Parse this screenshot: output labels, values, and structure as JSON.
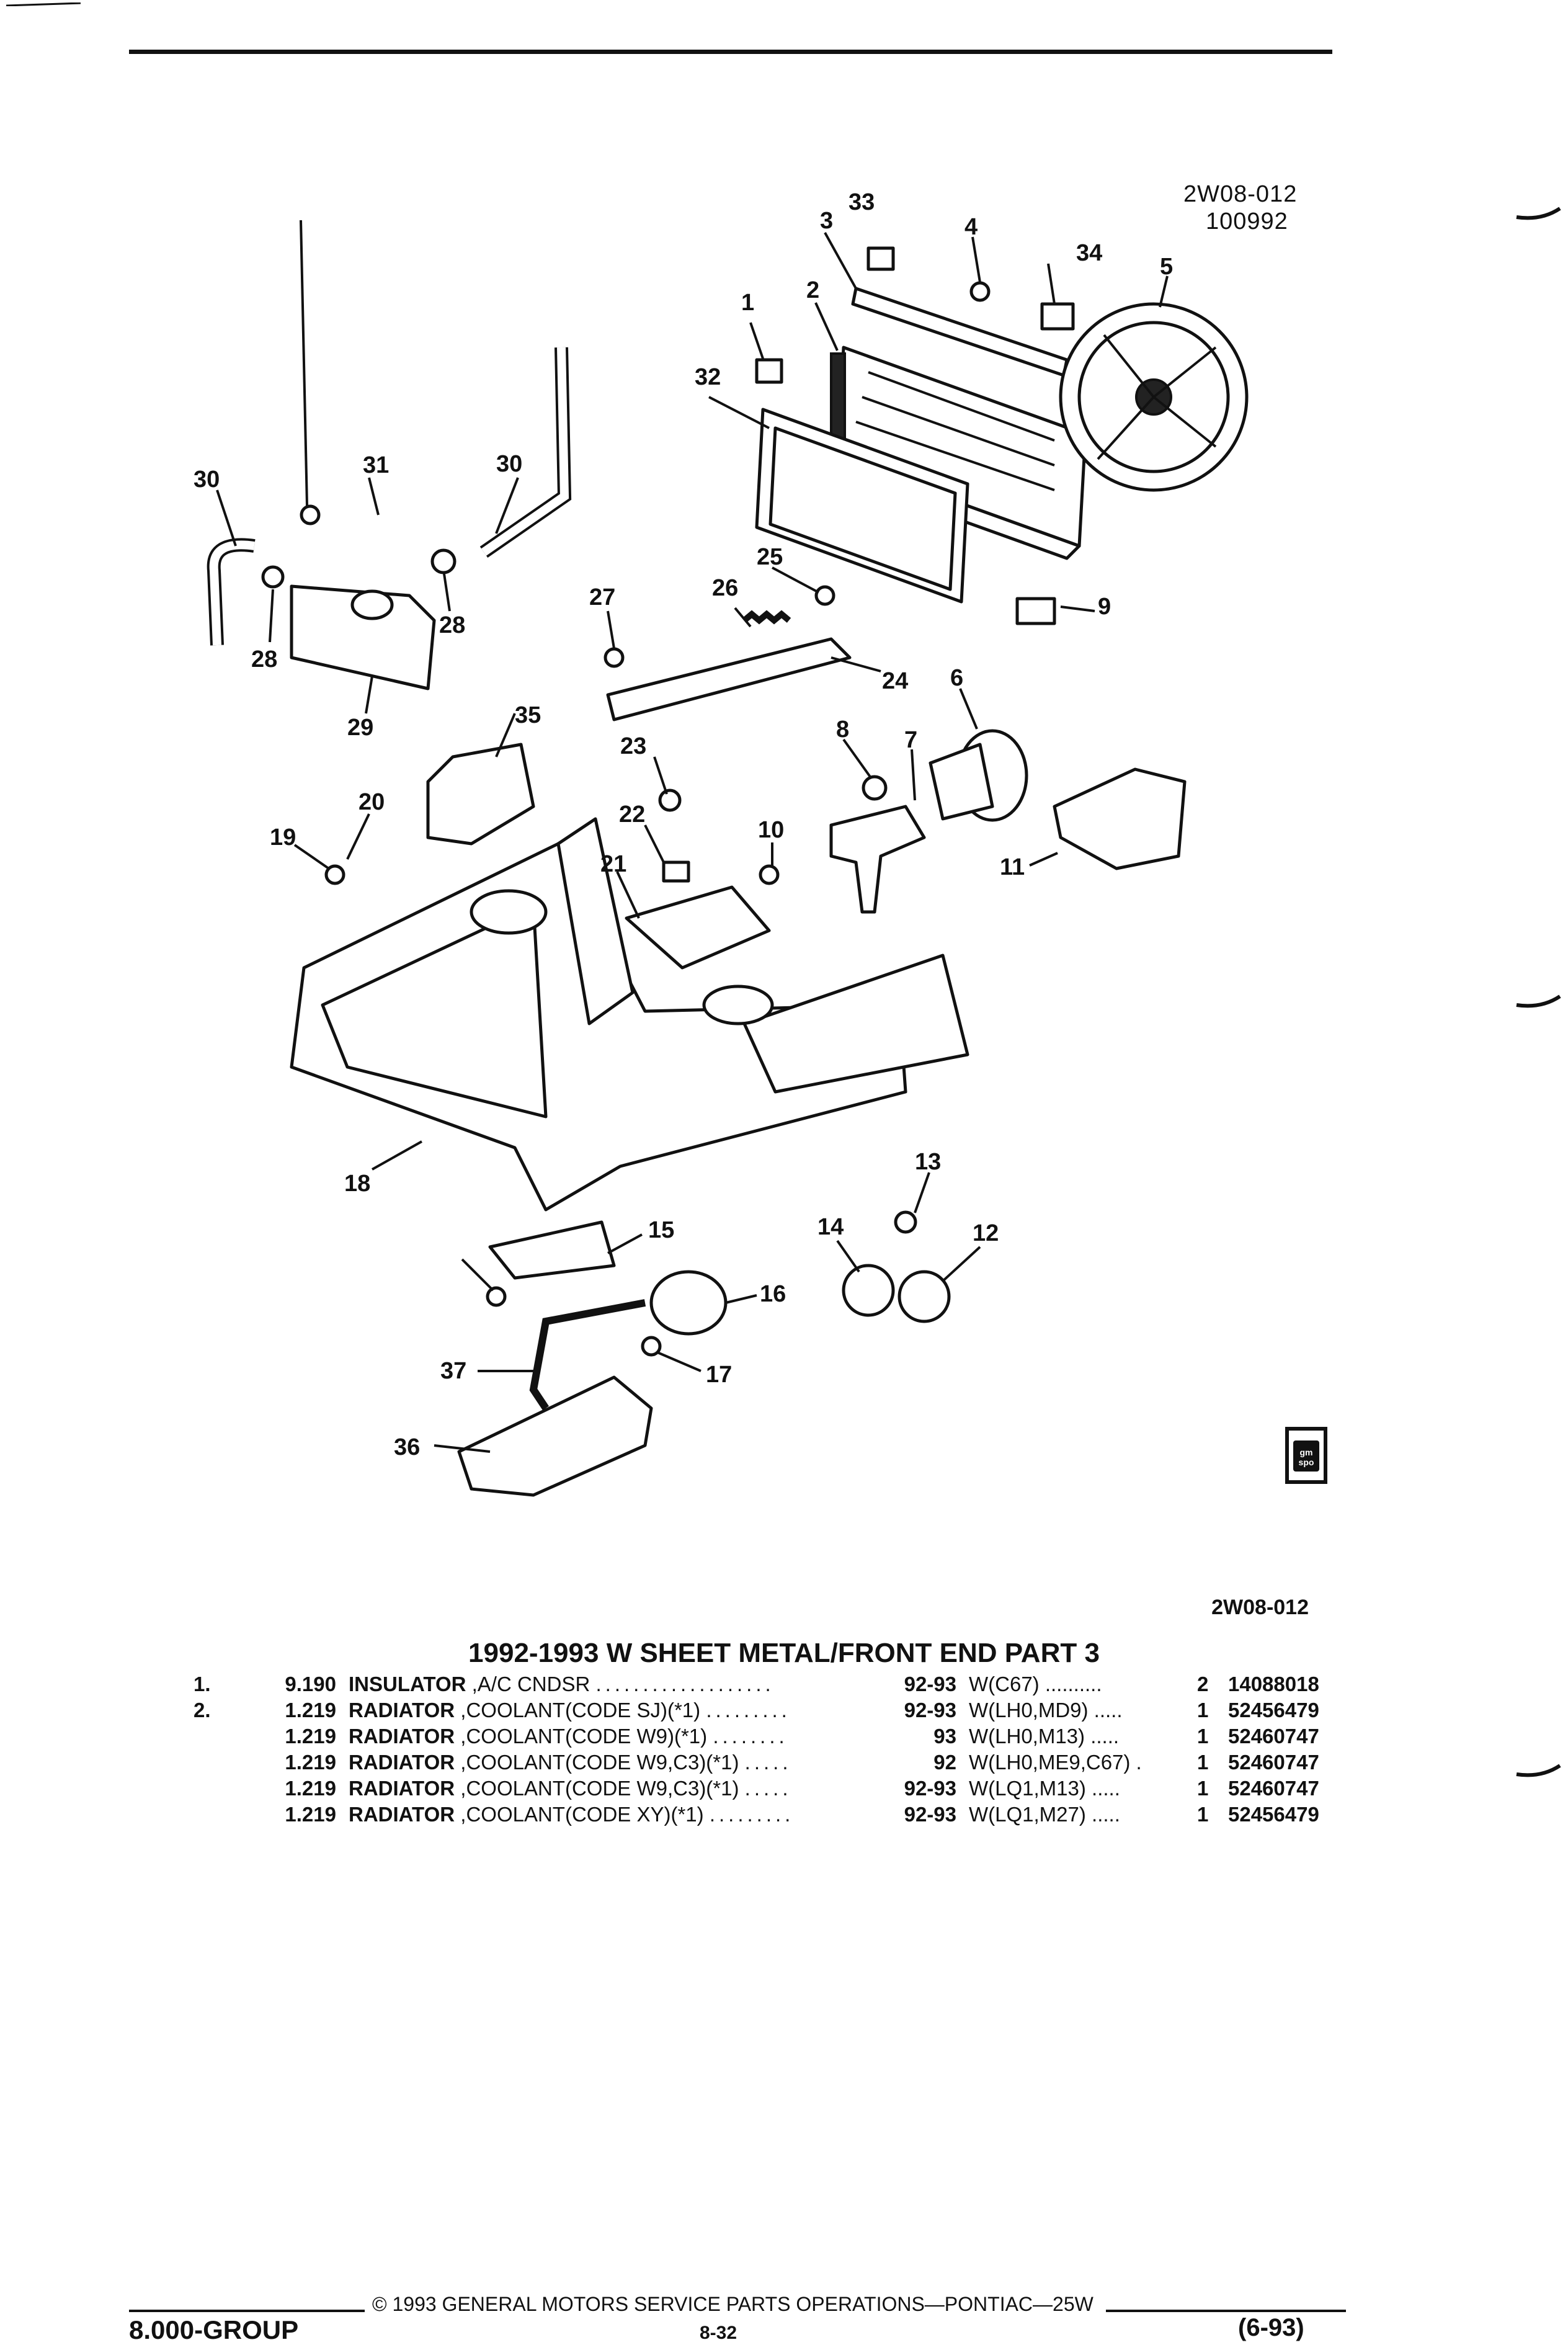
{
  "header": {
    "figure_code": "2W08-012",
    "figure_date": "100992"
  },
  "callouts": [
    "1",
    "2",
    "3",
    "4",
    "5",
    "6",
    "7",
    "8",
    "9",
    "10",
    "11",
    "12",
    "13",
    "14",
    "15",
    "16",
    "17",
    "18",
    "19",
    "20",
    "21",
    "22",
    "23",
    "24",
    "25",
    "26",
    "27",
    "28",
    "29",
    "30",
    "31",
    "32",
    "33",
    "34",
    "35",
    "36",
    "37"
  ],
  "stamp": {
    "line1": "gm",
    "line2": "spo"
  },
  "figure_code_bottom": "2W08-012",
  "table": {
    "title": "1992-1993 W SHEET METAL/FRONT END PART 3",
    "rows": [
      {
        "num": "1.",
        "code": "9.190",
        "name": "INSULATOR",
        "desc": " ,A/C CNDSR",
        "dots": "...................",
        "years": "92-93",
        "models": "W(C67) ..........",
        "qty": "2",
        "pn": "14088018"
      },
      {
        "num": "2.",
        "code": "1.219",
        "name": "RADIATOR",
        "desc": " ,COOLANT(CODE SJ)(*1)",
        "dots": ".........",
        "years": "92-93",
        "models": "W(LH0,MD9) .....",
        "qty": "1",
        "pn": "52456479"
      },
      {
        "num": "",
        "code": "1.219",
        "name": "RADIATOR",
        "desc": " ,COOLANT(CODE W9)(*1)",
        "dots": "........",
        "years": "93",
        "models": "W(LH0,M13) .....",
        "qty": "1",
        "pn": "52460747"
      },
      {
        "num": "",
        "code": "1.219",
        "name": "RADIATOR",
        "desc": " ,COOLANT(CODE W9,C3)(*1)",
        "dots": ".....",
        "years": "92",
        "models": "W(LH0,ME9,C67) .",
        "qty": "1",
        "pn": "52460747"
      },
      {
        "num": "",
        "code": "1.219",
        "name": "RADIATOR",
        "desc": " ,COOLANT(CODE W9,C3)(*1)",
        "dots": ".....",
        "years": "92-93",
        "models": "W(LQ1,M13) .....",
        "qty": "1",
        "pn": "52460747"
      },
      {
        "num": "",
        "code": "1.219",
        "name": "RADIATOR",
        "desc": " ,COOLANT(CODE XY)(*1)",
        "dots": ".........",
        "years": "92-93",
        "models": "W(LQ1,M27) .....",
        "qty": "1",
        "pn": "52456479"
      }
    ]
  },
  "footer": {
    "copyright": "© 1993 GENERAL MOTORS SERVICE PARTS OPERATIONS—PONTIAC—25W",
    "group": "8.000-GROUP",
    "page": "8-32",
    "date": "(6-93)"
  }
}
